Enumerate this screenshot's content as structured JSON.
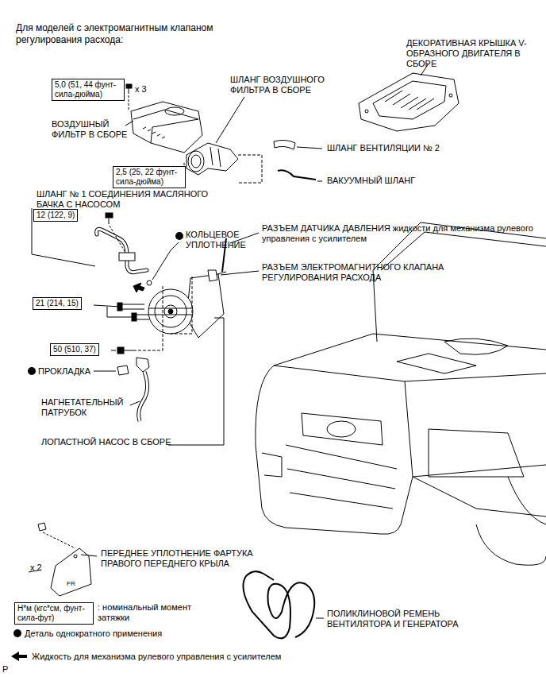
{
  "diagram": {
    "title": "Для моделей с электромагнитным клапаном регулирования расхода:",
    "nodes": [
      {
        "text": [
          "5,0 (51, 44 фунт-сила-дюйма)"
        ]
      },
      {
        "text": [
          "2,5 (25, 22 фунт-сила-дюйма)"
        ]
      },
      {
        "text": [
          "12 (122, 9)"
        ]
      },
      {
        "text": [
          "21 (214, 15)"
        ]
      },
      {
        "text": [
          "50 (510, 37)"
        ]
      },
      {
        "text": [
          "Н*м (кгс*см, фунт-сила-фут)"
        ]
      }
    ],
    "labels": [
      "x 3",
      "ВОЗДУШНЫЙ ФИЛЬТР В СБОРЕ",
      "ШЛАНГ ВОЗДУШНОГО ФИЛЬТРА В СБОРЕ",
      "ДЕКОРАТИВНАЯ КРЫШКА V-ОБРАЗНОГО ДВИГАТЕЛЯ В СБОРЕ",
      "ШЛАНГ ВЕНТИЛЯЦИИ № 2",
      "ВАКУУМНЫЙ ШЛАНГ",
      "ШЛАНГ № 1 СОЕДИНЕНИЯ МАСЛЯНОГО БАЧКА С НАСОСОМ",
      "КОЛЬЦЕВОЕ УПЛОТНЕНИЕ",
      "РАЗЪЕМ ДАТЧИКА ДАВЛЕНИЯ жидкости для механизма рулевого управления с усилителем",
      "РАЗЪЕМ ЭЛЕКТРОМАГНИТНОГО КЛАПАНА РЕГУЛИРОВАНИЯ РАСХОДА",
      "ПРОКЛАДКА",
      "НАГНЕТАТЕЛЬНЫЙ ПАТРУБОК",
      "ЛОПАСТНОЙ НАСОС В СБОРЕ",
      "x 2",
      "FR",
      "ПЕРЕДНЕЕ УПЛОТНЕНИЕ ФАРТУКА ПРАВОГО ПЕРЕДНЕГО КРЫЛА",
      "ПОЛИКЛИНОВОЙ РЕМЕНЬ ВЕНТИЛЯТОРА И ГЕНЕРАТОРА",
      "P"
    ],
    "legend": [
      {
        "text": ": номинальный момент затяжки"
      },
      {
        "text": "Деталь однократного применения"
      },
      {
        "text": "Жидкость для механизма рулевого управления с усилителем"
      }
    ]
  }
}
